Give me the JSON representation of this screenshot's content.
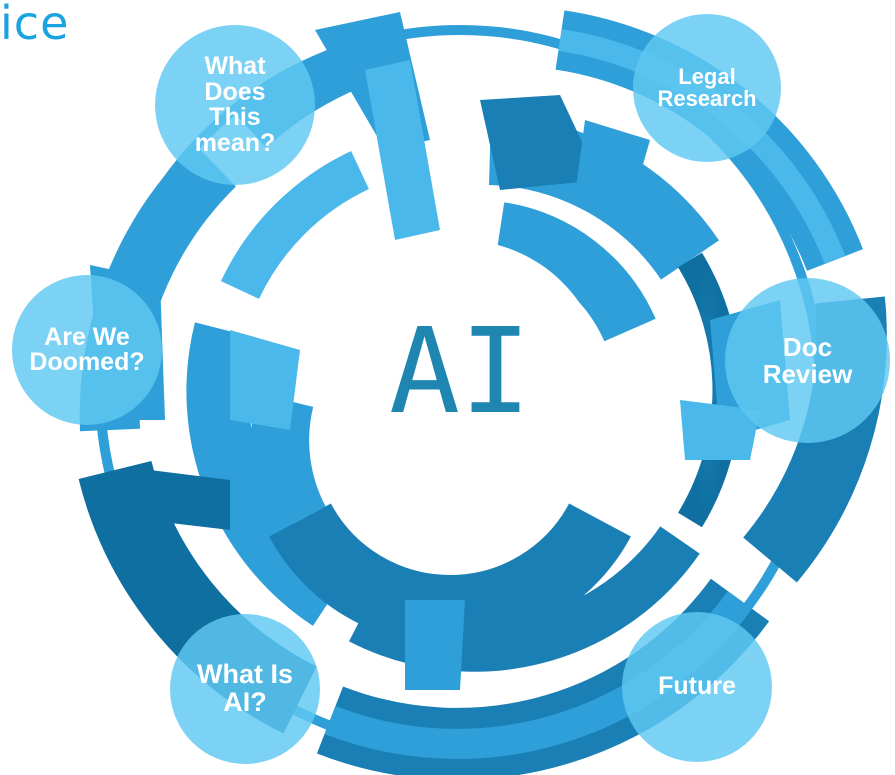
{
  "brand": {
    "logo_text": "ice",
    "color": "#1aa3e0"
  },
  "diagram": {
    "center_label": "AI",
    "center_color": "#1f86b1",
    "ring_colors": {
      "light": "#4ab8ea",
      "mid": "#2e9fd8",
      "dark": "#1a7fb5",
      "deep": "#0f6fa0"
    },
    "bubble_color": "#5fc8f2",
    "topics": [
      {
        "id": "what-does-this-mean",
        "label": "What\nDoes\nThis\nmean?"
      },
      {
        "id": "legal-research",
        "label": "Legal\nResearch"
      },
      {
        "id": "are-we-doomed",
        "label": "Are We\nDoomed?"
      },
      {
        "id": "doc-review",
        "label": "Doc\nReview"
      },
      {
        "id": "what-is-ai",
        "label": "What Is\nAI?"
      },
      {
        "id": "future",
        "label": "Future"
      }
    ]
  }
}
